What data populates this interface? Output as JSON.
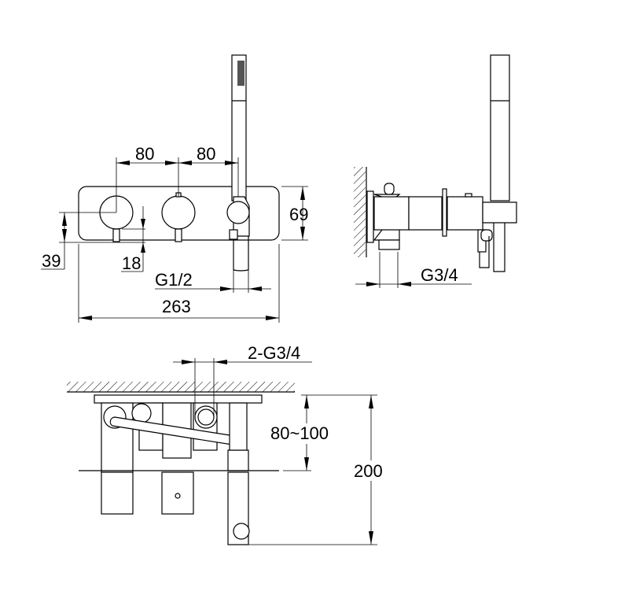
{
  "front_view": {
    "spacing_left": "80",
    "spacing_right": "80",
    "height": "69",
    "knob_center_height": "39",
    "handle_length": "18",
    "hose_thread": "G1/2",
    "width": "263"
  },
  "side_view": {
    "inlet_thread": "G3/4"
  },
  "top_view": {
    "inlet_thread": "2-G3/4",
    "install_depth": "80~100",
    "total_depth": "200"
  },
  "colors": {
    "line": "#000000",
    "background": "#ffffff"
  }
}
